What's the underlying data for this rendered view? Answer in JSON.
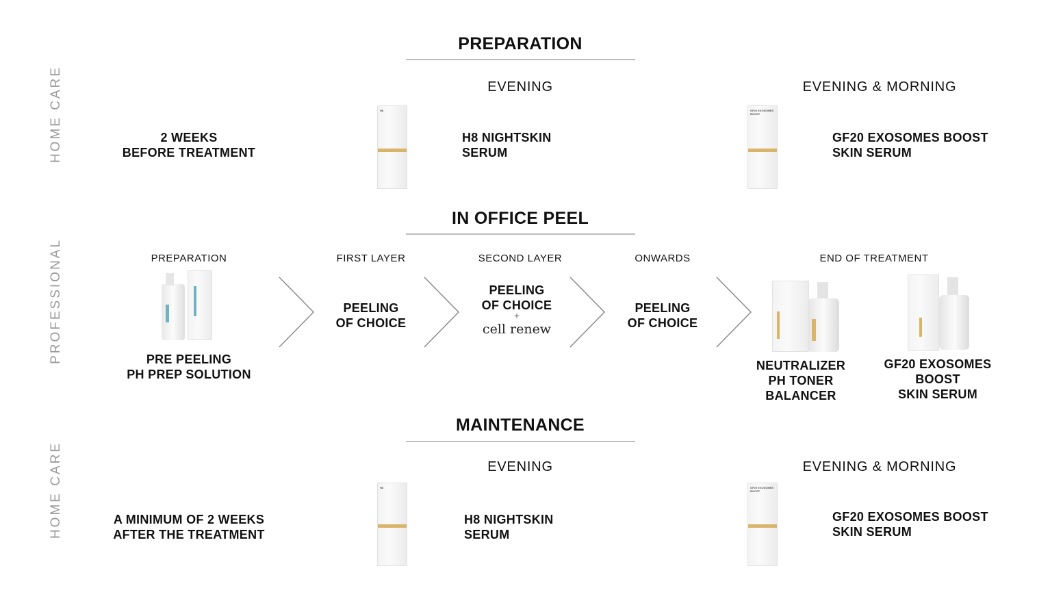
{
  "sections": {
    "preparation": {
      "title": "PREPARATION",
      "side": "HOME CARE"
    },
    "in_office": {
      "title": "IN OFFICE PEEL",
      "side": "PROFESSIONAL"
    },
    "maintenance": {
      "title": "MAINTENANCE",
      "side": "HOME CARE"
    }
  },
  "preparation": {
    "timing": [
      "2 WEEKS",
      "BEFORE TREATMENT"
    ],
    "evening_head": "EVENING",
    "evening_product": [
      "H8 NIGHTSKIN",
      "SERUM"
    ],
    "both_head": "EVENING & MORNING",
    "both_product": [
      "GF20 EXOSOMES BOOST",
      "SKIN SERUM"
    ]
  },
  "in_office": {
    "steps": [
      {
        "head": "PREPARATION",
        "lines": [
          "PRE PEELING",
          "PH PREP SOLUTION"
        ]
      },
      {
        "head": "FIRST LAYER",
        "lines": [
          "PEELING",
          "OF CHOICE"
        ]
      },
      {
        "head": "SECOND LAYER",
        "lines": [
          "PEELING",
          "OF CHOICE"
        ],
        "plus": "+",
        "extra": "cell renew"
      },
      {
        "head": "ONWARDS",
        "lines": [
          "PEELING",
          "OF CHOICE"
        ]
      },
      {
        "head": "END OF TREATMENT"
      }
    ],
    "end_products": [
      {
        "lines": [
          "NEUTRALIZER",
          "PH TONER",
          "BALANCER"
        ]
      },
      {
        "lines": [
          "GF20 EXOSOMES",
          "BOOST",
          "SKIN SERUM"
        ]
      }
    ]
  },
  "maintenance": {
    "timing": [
      "A MINIMUM OF 2 WEEKS",
      "AFTER THE TREATMENT"
    ],
    "evening_head": "EVENING",
    "evening_product": [
      "H8 NIGHTSKIN",
      "SERUM"
    ],
    "both_head": "EVENING & MORNING",
    "both_product": [
      "GF20 EXOSOMES BOOST",
      "SKIN SERUM"
    ]
  },
  "box_labels": {
    "h8": "H8",
    "gf20": "GF20 EXOSOMES BOOST"
  },
  "colors": {
    "accent_gold": "#d8b568",
    "accent_teal": "#6fb3c2",
    "label_gray": "#9a9a9a",
    "rule": "#bdbdbd"
  }
}
